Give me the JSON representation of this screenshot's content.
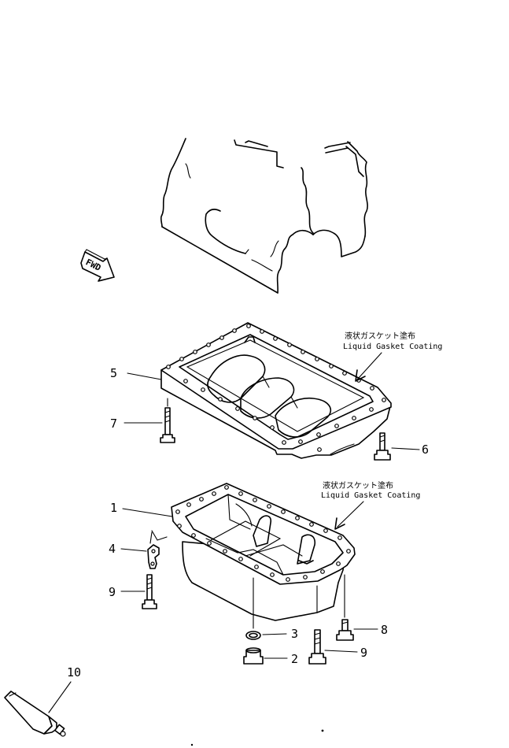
{
  "callouts": {
    "p1": "1",
    "p2": "2",
    "p3": "3",
    "p4": "4",
    "p5": "5",
    "p6": "6",
    "p7": "7",
    "p8": "8",
    "p9a": "9",
    "p9b": "9",
    "p10": "10"
  },
  "fwd_label": "FWD",
  "notes": {
    "upper_jp": "液状ガスケット塗布",
    "upper_en": "Liquid Gasket Coating",
    "lower_jp": "液状ガスケット塗布",
    "lower_en": "Liquid Gasket Coating"
  }
}
